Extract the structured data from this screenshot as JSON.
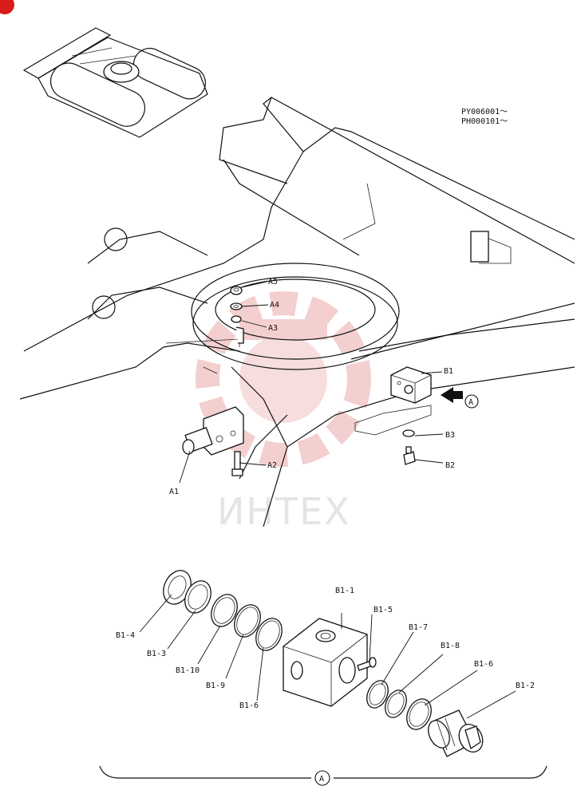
{
  "serials": [
    "PY006001～",
    "PH000101～"
  ],
  "watermark": "ИНТЕХ",
  "view_marker": "A",
  "labels": {
    "A1": "A1",
    "A2": "A2",
    "A3": "A3",
    "A4": "A4",
    "A5": "A5",
    "B1": "B1",
    "B2": "B2",
    "B3": "B3",
    "B1_1": "B1-1",
    "B1_2": "B1-2",
    "B1_3": "B1-3",
    "B1_4": "B1-4",
    "B1_5": "B1-5",
    "B1_6a": "B1-6",
    "B1_6b": "B1-6",
    "B1_7": "B1-7",
    "B1_8": "B1-8",
    "B1_9": "B1-9",
    "B1_10": "B1-10"
  },
  "colors": {
    "watermark_logo": "#e9a0a0",
    "corner_badge": "#d81b1b"
  }
}
